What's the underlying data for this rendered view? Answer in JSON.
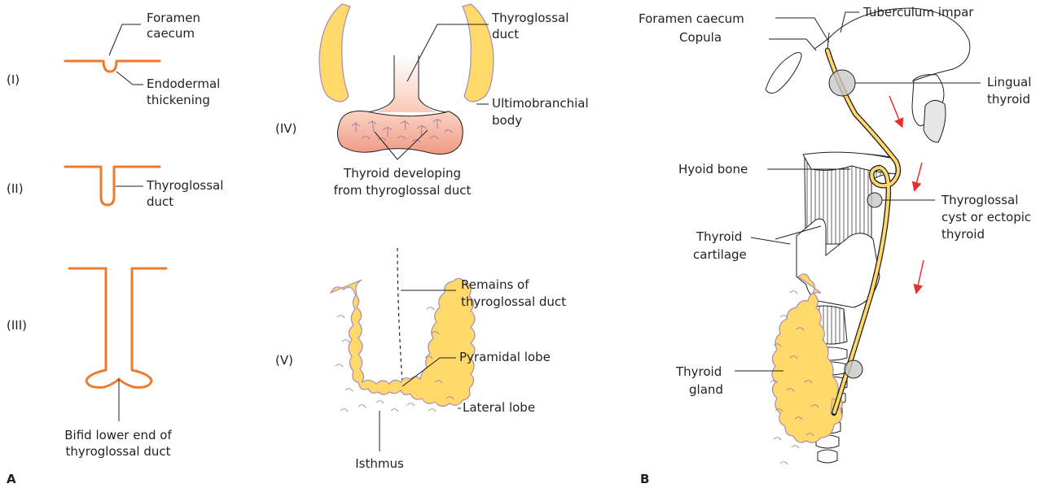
{
  "panel_a": {
    "panel_label": "A",
    "stage_1": {
      "numeral": "(I)",
      "label_foramen": [
        "Foramen",
        "caecum"
      ],
      "label_endoderm": [
        "Endodermal",
        "thickening"
      ]
    },
    "stage_2": {
      "numeral": "(II)",
      "label_duct": [
        "Thyroglossal",
        "duct"
      ]
    },
    "stage_3": {
      "numeral": "(III)",
      "label_bifid": [
        "Bifid lower end of",
        "thyroglossal duct"
      ]
    },
    "stage_4": {
      "numeral": "(IV)",
      "label_duct": [
        "Thyroglossal",
        "duct"
      ],
      "label_ultimo": [
        "Ultimobranchial",
        "body"
      ],
      "label_developing": [
        "Thyroid developing",
        "from thyroglossal duct"
      ]
    },
    "stage_5": {
      "numeral": "(V)",
      "label_remains": [
        "Remains of",
        "thyroglossal duct"
      ],
      "label_pyramidal": "Pyramidal lobe",
      "label_lateral": "Lateral lobe",
      "label_isthmus": "Isthmus"
    }
  },
  "panel_b": {
    "panel_label": "B",
    "label_foramen": "Foramen caecum",
    "label_copula": "Copula",
    "label_tuberculum": "Tuberculum impar",
    "label_lingual": [
      "Lingual",
      "thyroid"
    ],
    "label_hyoid": "Hyoid bone",
    "label_cyst": [
      "Thyroglossal",
      "cyst or ectopic",
      "thyroid"
    ],
    "label_cartilage": [
      "Thyroid",
      "cartilage"
    ],
    "label_gland": [
      "Thyroid",
      "gland"
    ]
  },
  "colors": {
    "duct_orange": "#f07a2c",
    "gland_yellow": "#ffd96a",
    "gland_outline": "#a78bbb",
    "developing_pink": "#f2a590",
    "arrow_red": "#e8312f",
    "ectopic_gray": "#c8c8c8"
  }
}
